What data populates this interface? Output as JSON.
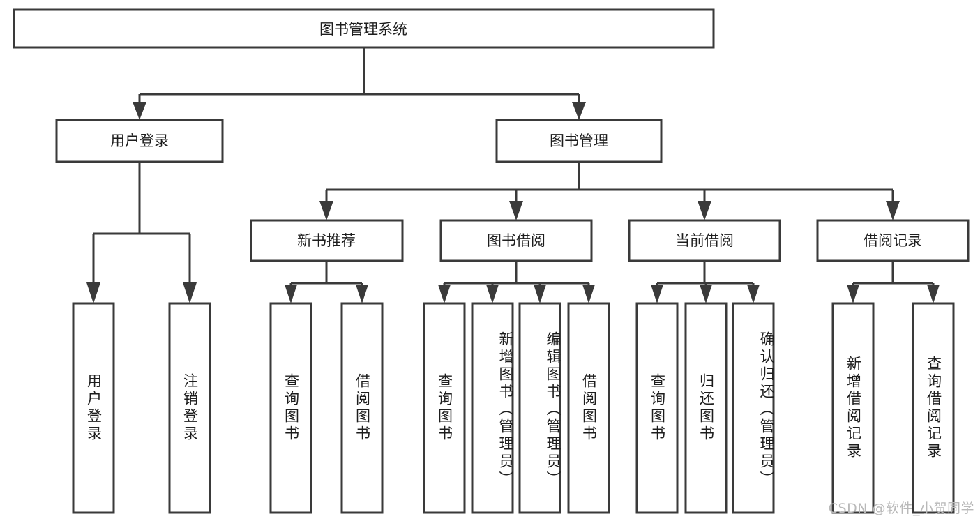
{
  "diagram": {
    "type": "tree",
    "title": "图书管理系统",
    "background_color": "#ffffff",
    "line_color": "#3a3a3a",
    "box_fill": "#ffffff",
    "text_color": "#1d1d1d",
    "root": {
      "label": "图书管理系统",
      "level": 0
    },
    "level1": [
      {
        "label": "用户登录"
      },
      {
        "label": "图书管理"
      }
    ],
    "level2": [
      {
        "label": "新书推荐",
        "parent": "图书管理"
      },
      {
        "label": "图书借阅",
        "parent": "图书管理"
      },
      {
        "label": "当前借阅",
        "parent": "图书管理"
      },
      {
        "label": "借阅记录",
        "parent": "图书管理"
      }
    ],
    "leaves": {
      "user_login": [
        {
          "label": "用户登录"
        },
        {
          "label": "注销登录"
        }
      ],
      "new_book_rec": [
        {
          "label": "查询图书"
        },
        {
          "label": "借阅图书"
        }
      ],
      "book_borrow": [
        {
          "label": "查询图书"
        },
        {
          "label": "新增图书（管理员）"
        },
        {
          "label": "编辑图书（管理员）"
        },
        {
          "label": "借阅图书"
        }
      ],
      "current_borrow": [
        {
          "label": "查询图书"
        },
        {
          "label": "归还图书"
        },
        {
          "label": "确认归还（管理员）"
        }
      ],
      "borrow_record": [
        {
          "label": "新增借阅记录"
        },
        {
          "label": "查询借阅记录"
        }
      ]
    }
  },
  "watermark": {
    "text": "CSDN @软件_小贺同学",
    "color": "#b9b9b9"
  }
}
